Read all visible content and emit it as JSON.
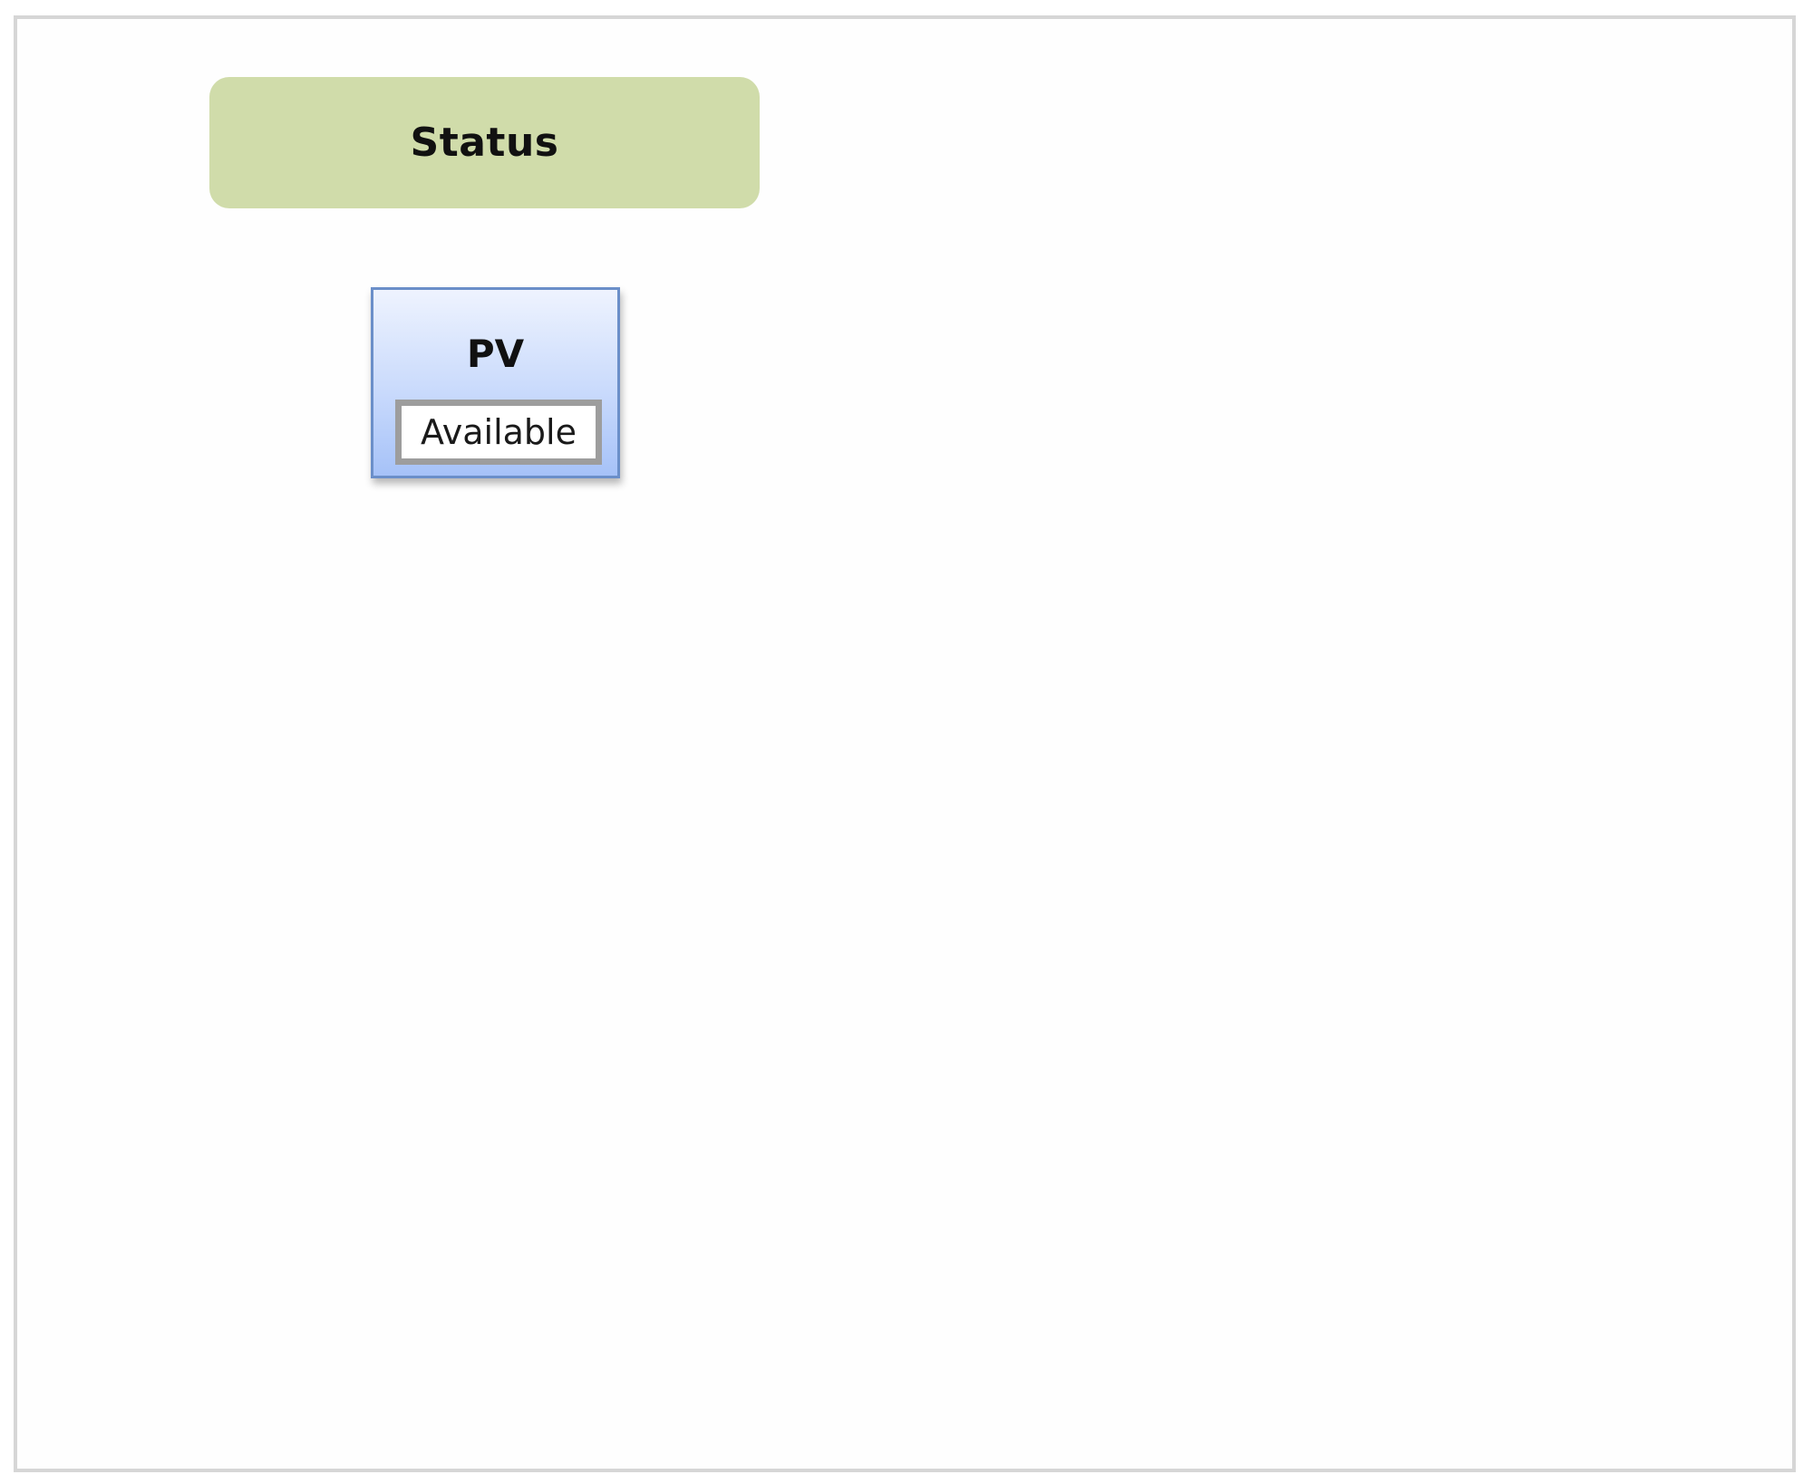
{
  "status_banner": {
    "label": "Status",
    "color": "#d0dcaa"
  },
  "pv_box": {
    "title": "PV",
    "state": "Available",
    "gradient_top": "#eef3fe",
    "gradient_bottom": "#a6c2f8",
    "border_color": "#6b8fc9"
  }
}
